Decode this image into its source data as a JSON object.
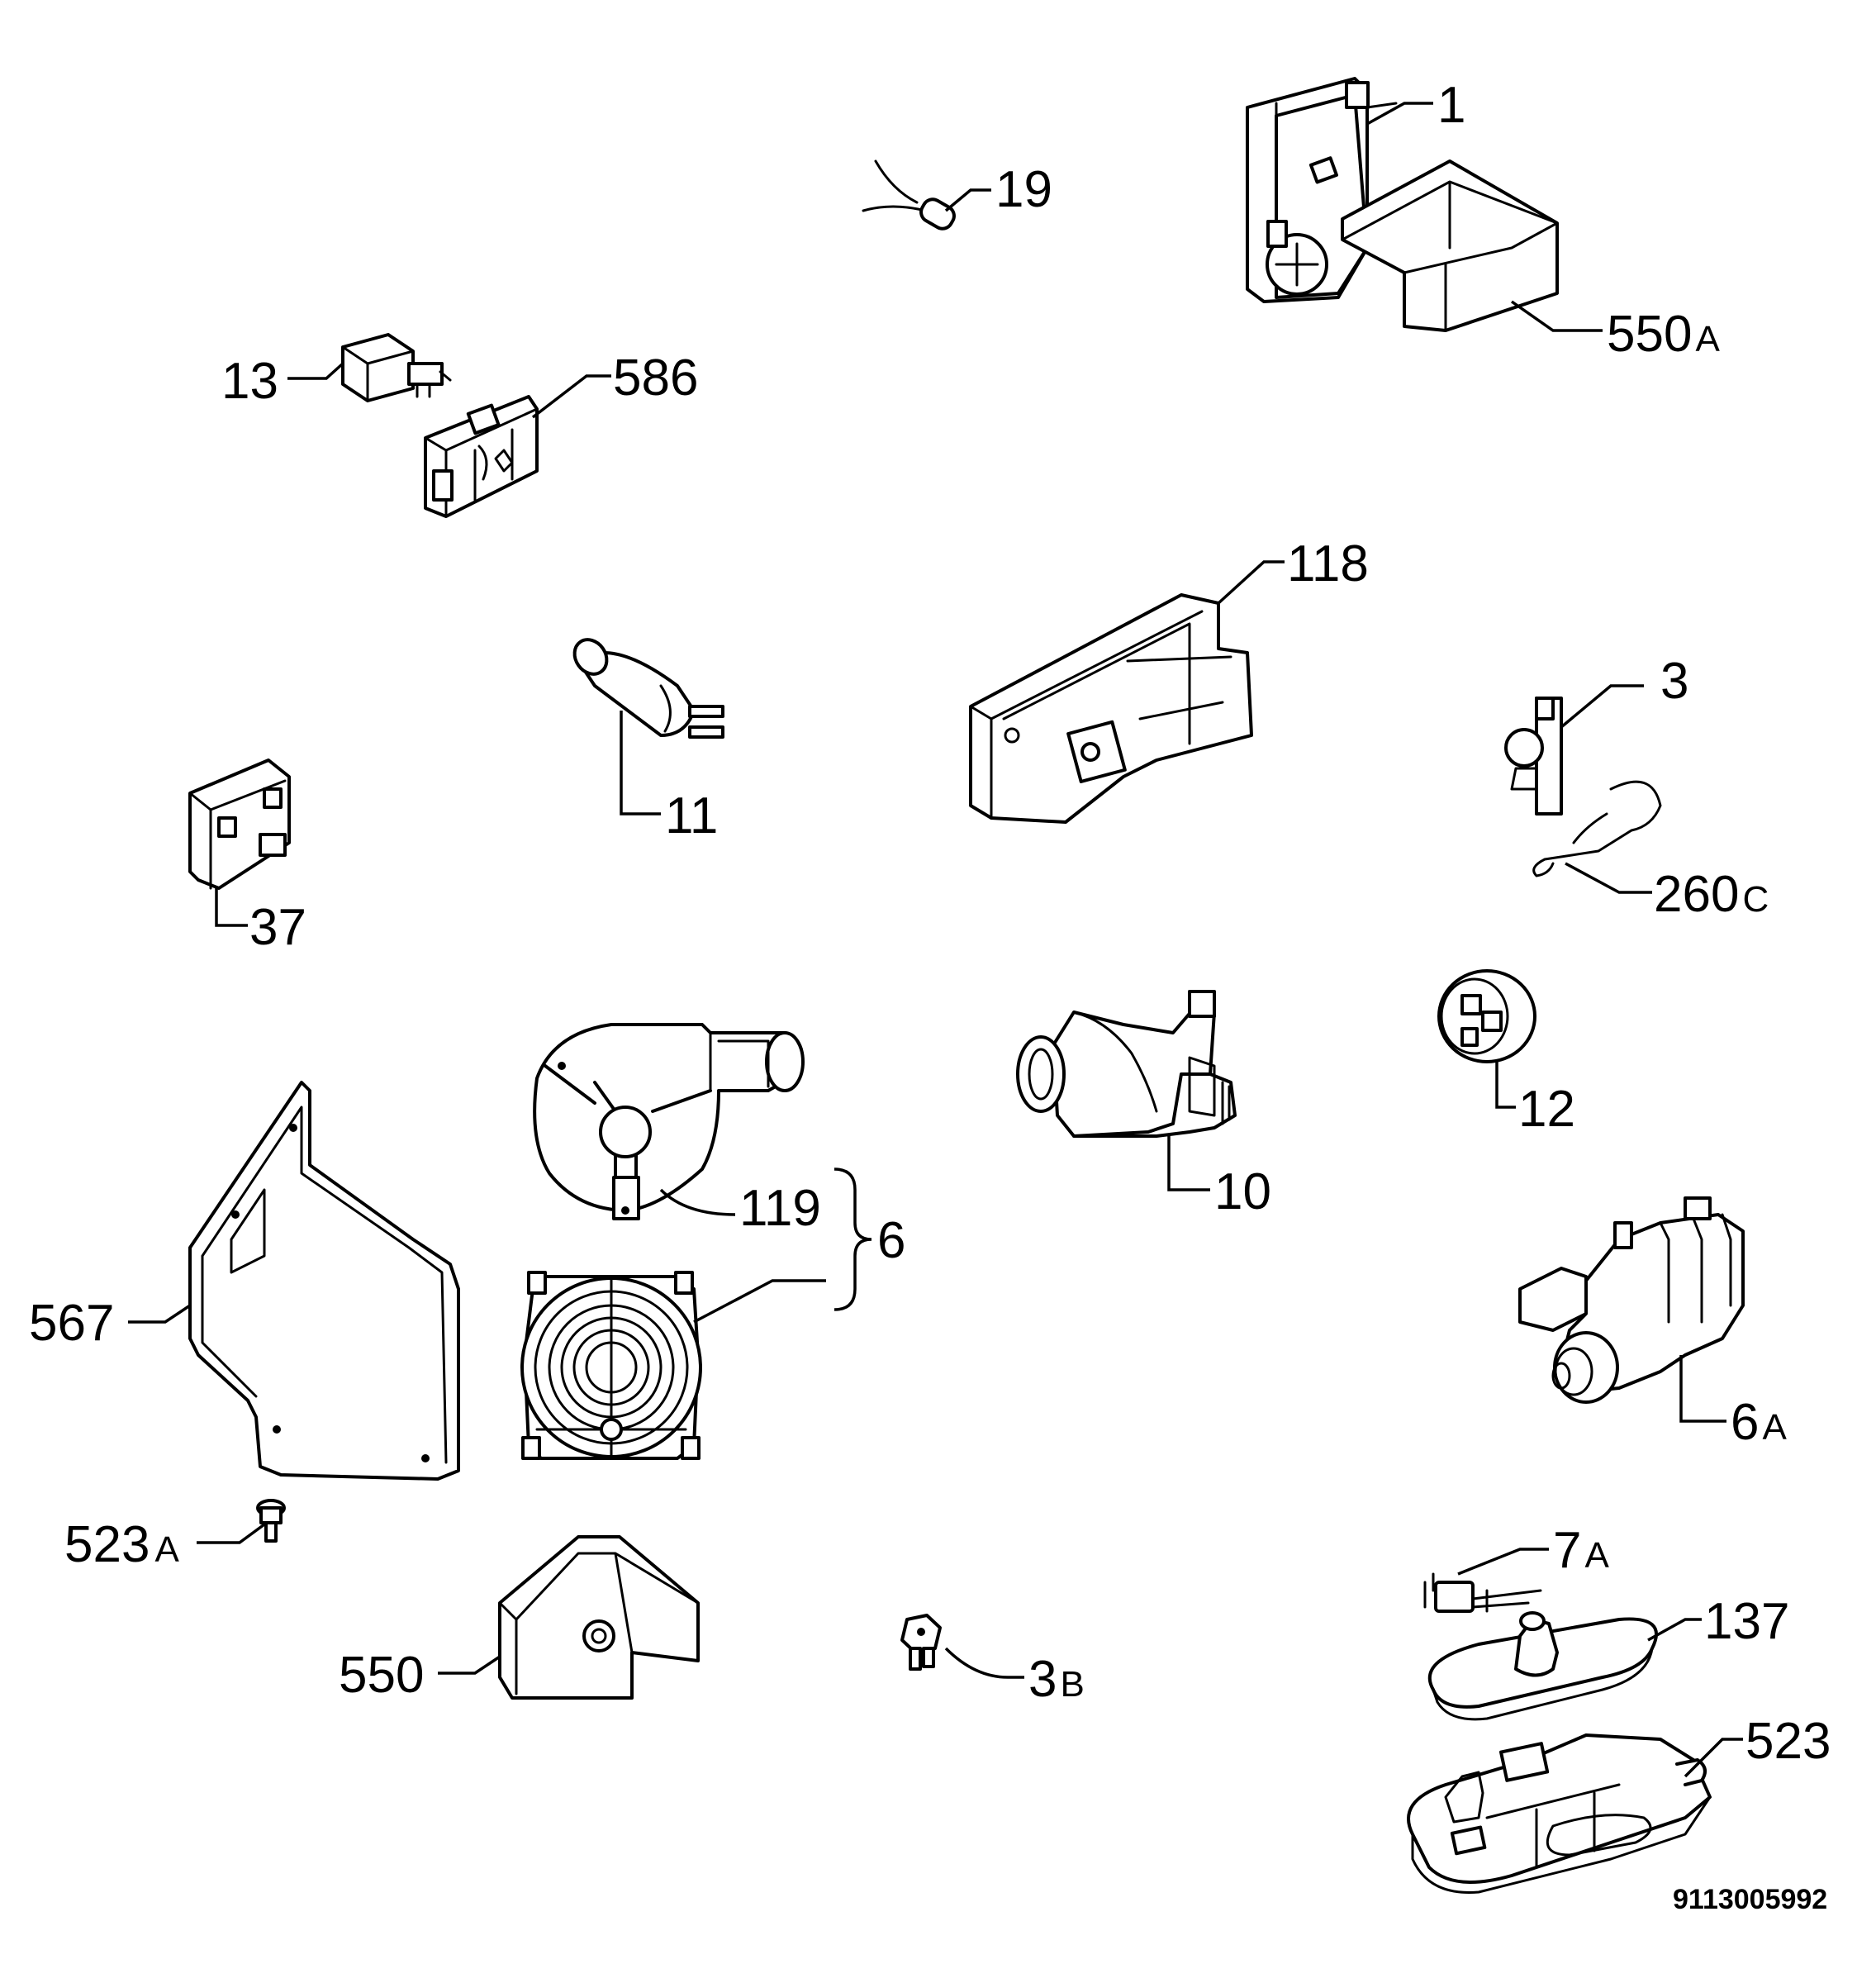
{
  "labels": {
    "p1": "1",
    "p19": "19",
    "p550a_num": "550",
    "p550a_suf": "A",
    "p13": "13",
    "p586": "586",
    "p118": "118",
    "p11": "11",
    "p3": "3",
    "p37": "37",
    "p260c_num": "260",
    "p260c_suf": "C",
    "p12": "12",
    "p10": "10",
    "p119": "119",
    "p6": "6",
    "p567": "567",
    "p6a_num": "6",
    "p6a_suf": "A",
    "p523a_num": "523",
    "p523a_suf": "A",
    "p7a_num": "7",
    "p7a_suf": "A",
    "p137": "137",
    "p550": "550",
    "p3b_num": "3",
    "p3b_suf": "B",
    "p523": "523"
  },
  "document_number": "9113005992"
}
